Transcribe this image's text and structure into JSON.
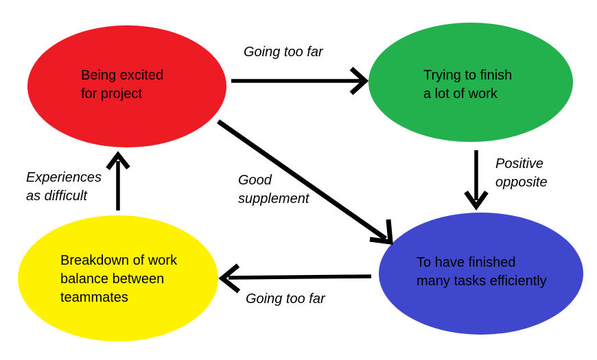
{
  "background_color": "#FFFFFF",
  "arrow_color": "#000000",
  "text_color": "#000000",
  "diagram": {
    "nodes": [
      {
        "name": "being-excited-for-project",
        "color": "#ED1C24",
        "lines": [
          "Being excited",
          "for project"
        ]
      },
      {
        "name": "trying-to-finish-work",
        "color": "#22B14C",
        "lines": [
          "Trying to finish",
          "a lot of work"
        ]
      },
      {
        "name": "finished-tasks-efficiently",
        "color": "#3F48CC",
        "lines": [
          "To have finished",
          "many tasks efficiently"
        ]
      },
      {
        "name": "breakdown-of-work-balance",
        "color": "#FFF200",
        "lines": [
          "Breakdown of work",
          "balance between",
          "teammates"
        ]
      }
    ],
    "edges": [
      {
        "from": "being-excited-for-project",
        "to": "trying-to-finish-work",
        "label": "Going too far"
      },
      {
        "from": "trying-to-finish-work",
        "to": "finished-tasks-efficiently",
        "lines": [
          "Positive",
          "opposite"
        ]
      },
      {
        "from": "being-excited-for-project",
        "to": "finished-tasks-efficiently",
        "lines": [
          "Good",
          "supplement"
        ]
      },
      {
        "from": "finished-tasks-efficiently",
        "to": "breakdown-of-work-balance",
        "label": "Going too far"
      },
      {
        "from": "breakdown-of-work-balance",
        "to": "being-excited-for-project",
        "lines": [
          "Experiences",
          "as difficult"
        ]
      }
    ]
  }
}
